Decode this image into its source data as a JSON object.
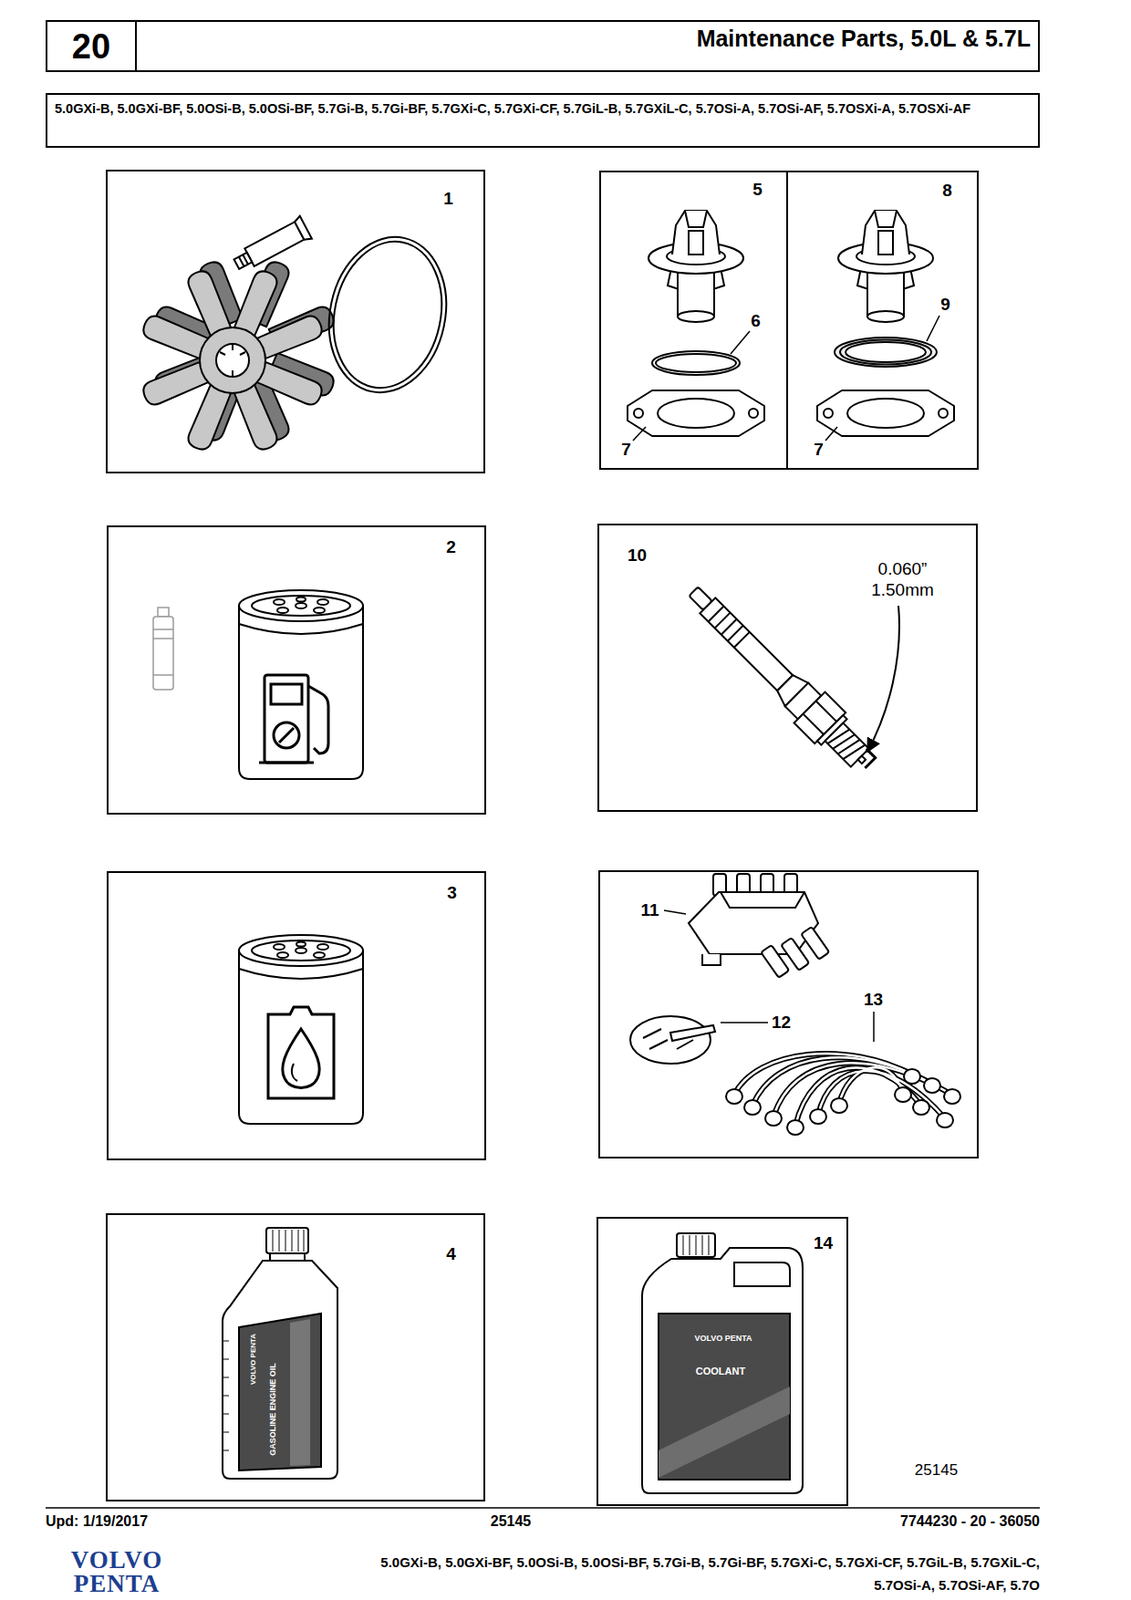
{
  "diagram": {
    "title": "Maintenance Parts, 5.0L & 5.7L",
    "nodes": [
      {
        "text": [
          "20"
        ]
      },
      {
        "text": [
          "5.0GXi-B, 5.0GXi-BF, 5.0OSi-B, 5.0OSi-BF, 5.7Gi-B, 5.7Gi-BF, 5.7GXi-C, 5.7GXi-CF, 5.7GiL-B, 5.7GXiL-C, 5.7OSi-A, 5.7OSi-AF, 5.7OSXi-A, 5.7OSXi-AF"
        ]
      },
      {
        "text": [
          "1"
        ]
      },
      {
        "text": [
          "5",
          "6",
          "7"
        ]
      },
      {
        "text": [
          "8",
          "9",
          "7"
        ]
      },
      {
        "text": [
          "2"
        ]
      },
      {
        "text": [
          "10",
          "0.060”",
          "1.50mm"
        ]
      },
      {
        "text": [
          "3"
        ]
      },
      {
        "text": [
          "11",
          "12",
          "13"
        ]
      },
      {
        "text": [
          "4"
        ]
      },
      {
        "text": [
          "14",
          "25145"
        ]
      }
    ],
    "labels": [
      "VOLVO PENTA",
      "GASOLINE ENGINE OIL",
      "VOLVO PENTA",
      "COOLANT",
      "Upd: 1/19/2017",
      "25145",
      "7744230 - 20 - 36050",
      "VOLVO",
      "PENTA",
      "5.0GXi-B, 5.0GXi-BF, 5.0OSi-B, 5.0OSi-BF, 5.7Gi-B, 5.7Gi-BF, 5.7GXi-C, 5.7GXi-CF, 5.7GiL-B, 5.7GXiL-C,",
      "5.7OSi-A, 5.7OSi-AF, 5.7O"
    ]
  }
}
